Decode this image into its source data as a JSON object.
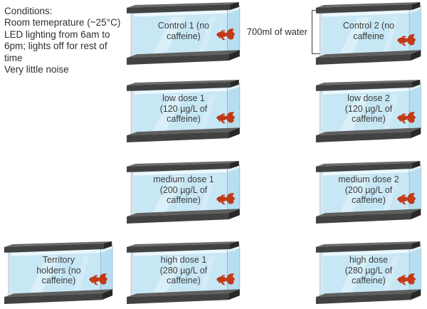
{
  "conditions": {
    "text": "Conditions:\nRoom temeprature (~25°C)\nLED lighting from 6am to\n6pm; lights off for rest of\ntime\nVery little noise"
  },
  "water_annotation": {
    "label": "700ml of water"
  },
  "tanks": [
    {
      "name": "control-1",
      "label": "Control 1 (no\ncaffeine)"
    },
    {
      "name": "control-2",
      "label": "Control 2 (no\ncaffeine"
    },
    {
      "name": "low-dose-1",
      "label": "low dose 1\n(120 µg/L of\ncaffeine)"
    },
    {
      "name": "low-dose-2",
      "label": "low dose 2\n(120 µg/L of\ncaffeine)"
    },
    {
      "name": "medium-dose-1",
      "label": "medium dose 1\n(200 µg/L of\ncaffeine)"
    },
    {
      "name": "medium-dose-2",
      "label": "medium dose 2\n(200 µg/L of\ncaffeine)"
    },
    {
      "name": "territory-holders",
      "label": "Territory\nholders (no\ncaffeine)"
    },
    {
      "name": "high-dose-1",
      "label": "high dose 1\n(280 µg/L of\ncaffeine)"
    },
    {
      "name": "high-dose",
      "label": "high dose\n(280 µg/L of\ncaffeine)"
    }
  ],
  "icons": {
    "fish": "betta-fish-icon"
  },
  "colors": {
    "water_front": "#c7e7f5",
    "water_side": "#b5def0",
    "water_surface": "#ddeff8",
    "glass_empty": "#edf7fc",
    "frame_front": "#424242",
    "frame_side": "#282828",
    "frame_top": "#6b6b6b",
    "glass_outline": "#8fb5c9",
    "fish_red": "#c23a18",
    "label_text": "#3d3d3d"
  }
}
